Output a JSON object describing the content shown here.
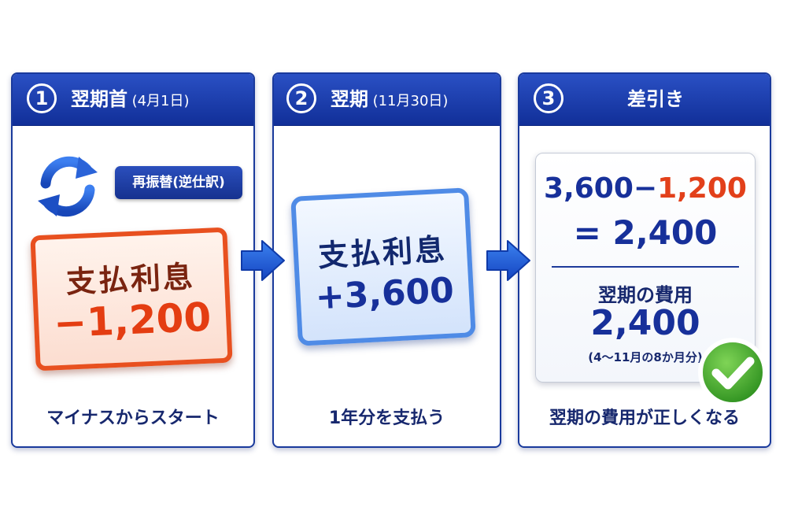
{
  "colors": {
    "header_blue": "#1a3a9c",
    "minus_red": "#e43d12",
    "plus_blue": "#17309a",
    "check_green": "#3fae2a"
  },
  "step1": {
    "number": "1",
    "title": "翌期首",
    "date": "(4月1日)",
    "icon": "refresh-cycle-icon",
    "tag": "再振替(逆仕訳)",
    "card_label": "支払利息",
    "card_value": "−1,200",
    "caption": "マイナスからスタート"
  },
  "step2": {
    "number": "2",
    "title": "翌期",
    "date": "(11月30日)",
    "card_label": "支払利息",
    "card_value": "+3,600",
    "caption": "1年分を支払う"
  },
  "step3": {
    "number": "3",
    "title": "差引き",
    "eq_a": "3,600",
    "eq_op": "−",
    "eq_b": "1,200",
    "eq_result": "= 2,400",
    "cost_label": "翌期の費用",
    "cost_value": "2,400",
    "cost_note": "(4〜11月の8か月分)",
    "check_icon": "check-mark-icon",
    "caption": "翌期の費用が正しくなる"
  },
  "arrows": [
    "arrow-right-icon",
    "arrow-right-icon"
  ]
}
